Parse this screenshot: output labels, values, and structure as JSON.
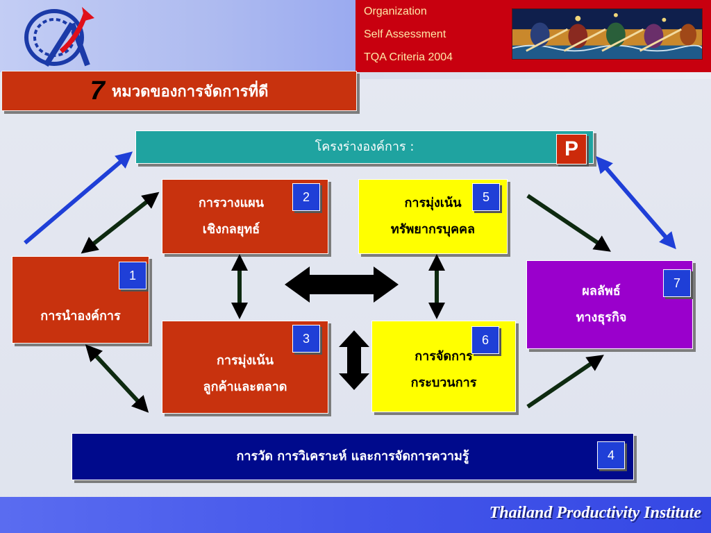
{
  "header": {
    "lines": [
      "Organization",
      "Self Assessment",
      "TQA Criteria 2004"
    ]
  },
  "title": {
    "number": "7",
    "text": "หมวดของการจัดการที่ดี"
  },
  "profile": {
    "label": "โครงร่างองค์การ :",
    "badge": "P"
  },
  "boxes": {
    "leadership": {
      "line1": "การนำองค์การ",
      "num": "1"
    },
    "strategic": {
      "line1": "การวางแผน",
      "line2": "เชิงกลยุทธ์",
      "num": "2"
    },
    "customer": {
      "line1": "การมุ่งเน้น",
      "line2": "ลูกค้าและตลาด",
      "num": "3"
    },
    "measurement": {
      "line1": "การวัด การวิเคราะห์ และการจัดการความรู้",
      "num": "4"
    },
    "workforce": {
      "line1": "การมุ่งเน้น",
      "line2": "ทรัพยากรบุคคล",
      "num": "5"
    },
    "process": {
      "line1": "การจัดการ",
      "line2": "กระบวนการ",
      "num": "6"
    },
    "results": {
      "line1": "ผลลัพธ์",
      "line2": "ทางธุรกิจ",
      "num": "7"
    }
  },
  "footer": {
    "text": "Thailand Productivity Institute"
  },
  "colors": {
    "red": "#c8320e",
    "yellow": "#ffff00",
    "purple": "#9a00cc",
    "navy": "#000a8c",
    "teal": "#1fa3a0",
    "blue_badge": "#1f3fd7",
    "header_red": "#c8000f"
  }
}
